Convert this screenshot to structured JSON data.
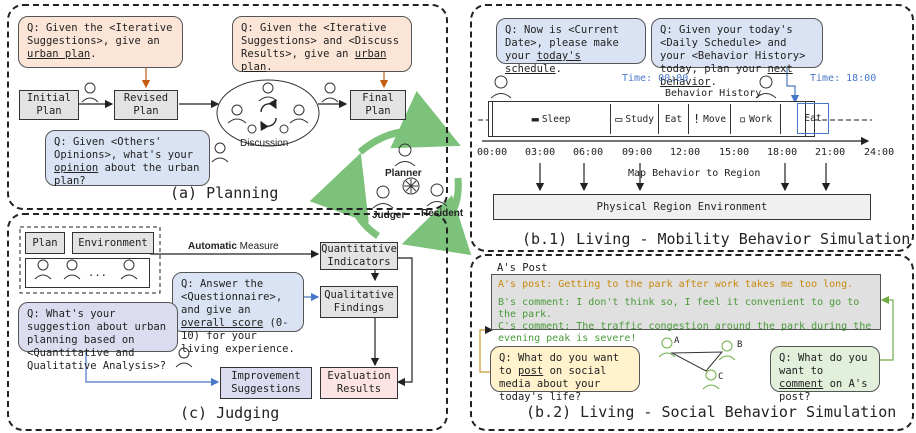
{
  "planning": {
    "caption": "(a) Planning",
    "q_iter": "Q: Given the <Iterative Suggestions>, give an ",
    "q_iter_u": "urban plan",
    "q_disc": "Q: Given the <Iterative Suggestions> and <Discuss Results>, give an ",
    "q_disc_u": "urban plan",
    "q_opin_1": "Q: Given <Others' Opinions>, what's your ",
    "q_opin_u": "opinion",
    "q_opin_2": " about the urban plan?",
    "initial": "Initial Plan",
    "revised": "Revised Plan",
    "final": "Final Plan",
    "discussion": "Discussion"
  },
  "center": {
    "planner": "Planner",
    "judger": "Judger",
    "resident": "Resident"
  },
  "judging": {
    "caption": "(c) Judging",
    "plan": "Plan",
    "environment": "Environment",
    "ellipsis": "...",
    "automatic": "Automatic",
    "measure": " Measure",
    "quant": "Quantitative Indicators",
    "qual": "Qualitative Findings",
    "eval": "Evaluation Results",
    "improve": "Improvement Suggestions",
    "q_ans_1": "Q: Answer the <Questionnaire>, and give an ",
    "q_ans_u": "overall score",
    "q_ans_2": " (0-10) for your living experience.",
    "q_sugg": "Q: What's your suggestion about urban planning based on <Quantitative and Qualitative Analysis>?"
  },
  "mobility": {
    "caption": "(b.1) Living - Mobility Behavior Simulation",
    "q_date_1": "Q: Now is <Current Date>, please make your ",
    "q_date_u": "today's schedule",
    "q_plan_1": "Q: Given your today's <Daily Schedule> and your <Behavior History> today, plan your ",
    "q_plan_u": "next behavior",
    "time1": "Time: 00:00",
    "time2": "Time: 18:00",
    "history": "Behavior History",
    "acts": [
      "Sleep",
      "Study",
      "Eat",
      "Move",
      "Work",
      "Eat"
    ],
    "ticks": [
      "00:00",
      "03:00",
      "06:00",
      "09:00",
      "12:00",
      "15:00",
      "18:00",
      "21:00",
      "24:00"
    ],
    "map": "Map Behavior to Region",
    "env": "Physical Region Environment"
  },
  "social": {
    "caption": "(b.2) Living - Social Behavior Simulation",
    "post_title": "A's Post",
    "post": "A's post: Getting to the park after work takes me too long.",
    "c1": "B's comment: I don't think so, I feel it convenient to go to the park.",
    "c2": "C's comment: The traffic congestion around the park during the evening peak is severe!",
    "q_post_1": "Q: What do you want to ",
    "q_post_u": "post",
    "q_post_2": " on social media about your today's life?",
    "q_comm_1": "Q: What do you want to ",
    "q_comm_u": "comment",
    "q_comm_2": " on A's post?",
    "a": "A",
    "b": "B",
    "c": "C"
  },
  "colors": {
    "orange": "#fbe5d6",
    "blue": "#dae3f3",
    "green": "#e2efda",
    "yellow": "#fff2cc",
    "purple": "#dcdcf0",
    "pink": "#fde4e4",
    "gray": "#e3e3e3",
    "accent_blue": "#4a78c8",
    "accent_orange": "#c55a11",
    "accent_green": "#70ad47"
  }
}
